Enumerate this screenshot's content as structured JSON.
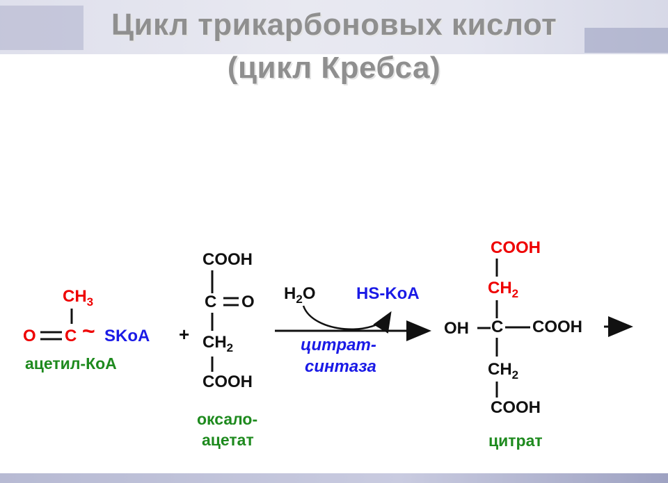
{
  "slide": {
    "title_line1": "Цикл трикарбоновых кислот",
    "title_line2": "(цикл Кребса)"
  },
  "acetyl_coa": {
    "ch3": "CH",
    "ch3_sub": "3",
    "o": "O",
    "c": "C",
    "tilde": "~",
    "skoa": "SKoA",
    "label": "ацетил-КоА"
  },
  "plus": "+",
  "oxaloacetate": {
    "cooh_top": "COOH",
    "c": "C",
    "o": "O",
    "ch2": "CH",
    "ch2_sub": "2",
    "cooh_bottom": "COOH",
    "label_line1": "оксало-",
    "label_line2": "ацетат"
  },
  "reaction": {
    "water": "H",
    "water_sub": "2",
    "water_o": "O",
    "released": "HS-KoA",
    "enzyme_line1": "цитрат-",
    "enzyme_line2": "синтаза"
  },
  "citrate": {
    "cooh_top": "COOH",
    "ch2_top": "CH",
    "ch2_top_sub": "2",
    "oh": "OH",
    "c": "C",
    "cooh_right": "COOH",
    "ch2_bottom": "CH",
    "ch2_bottom_sub": "2",
    "cooh_bottom": "COOH",
    "label": "цитрат"
  },
  "colors": {
    "title": "#8f8f8f",
    "red": "#ee0000",
    "blue": "#1a1ae6",
    "green": "#1e8a1e",
    "black": "#111111",
    "decoration": "#a9acc9"
  }
}
